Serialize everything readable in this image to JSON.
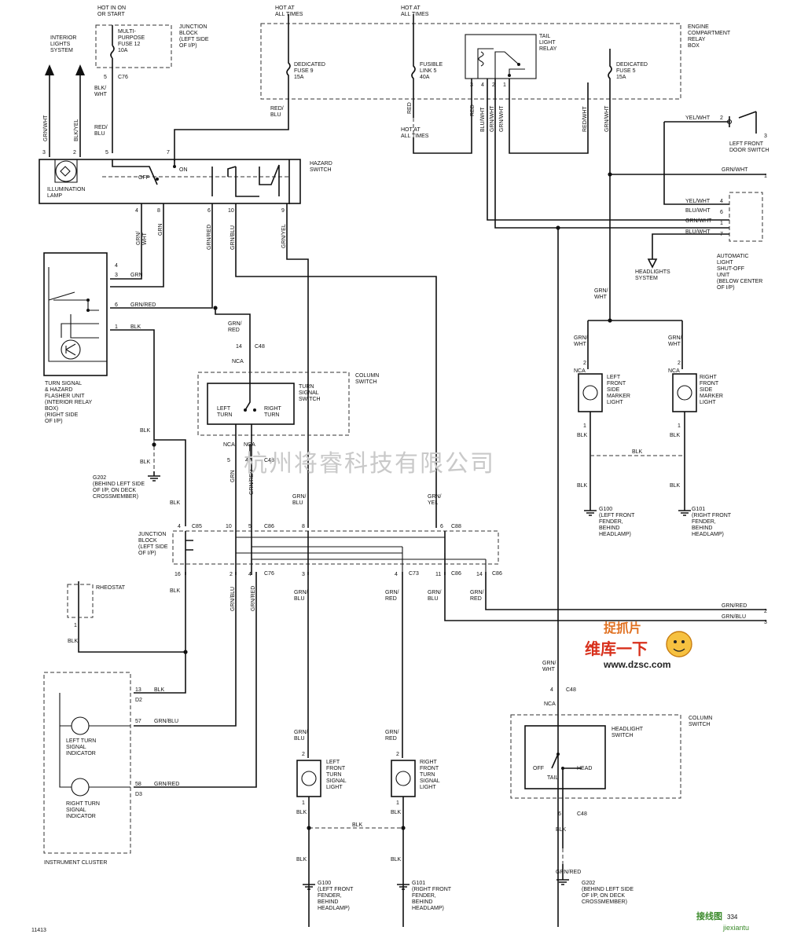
{
  "comps": {
    "hot_run": "HOT IN ON\nOR START",
    "mp_fuse": "MULTI-\nPURPOSE\nFUSE 12\n10A",
    "jb_top": "JUNCTION\nBLOCK\n(LEFT SIDE\nOF I/P)",
    "hot_always_1": "HOT AT\nALL TIMES",
    "hot_always_2": "HOT AT\nALL TIMES",
    "hot_always_3": "HOT AT\nALL TIMES",
    "ded_fuse9": "DEDICATED\nFUSE 9\n15A",
    "fusible_link": "FUSIBLE\nLINK 5\n40A",
    "tail_relay": "TAIL\nLIGHT\nRELAY",
    "ded_fuse5": "DEDICATED\nFUSE 5\n15A",
    "ecrb": "ENGINE\nCOMPARTMENT\nRELAY\nBOX",
    "interior": "INTERIOR\nLIGHTS\nSYSTEM",
    "illum": "ILLUMINATION\nLAMP",
    "hazard": "HAZARD\nSWITCH",
    "off": "OFF",
    "on": "ON",
    "door_sw": "LEFT FRONT\nDOOR SWITCH",
    "auto_unit": "AUTOMATIC\nLIGHT\nSHUT-OFF\nUNIT\n(BELOW CENTER\nOF I/P)",
    "headlights_sys": "HEADLIGHTS\nSYSTEM",
    "flasher": "TURN SIGNAL\n& HAZARD\nFLASHER UNIT\n(INTERIOR RELAY\nBOX)\n(RIGHT SIDE\nOF I/P)",
    "column_sw": "COLUMN\nSWITCH",
    "turn_sw": "TURN\nSIGNAL\nSWITCH",
    "left_turn": "LEFT\nTURN",
    "right_turn": "RIGHT\nTURN",
    "lf_marker": "LEFT\nFRONT\nSIDE\nMARKER\nLIGHT",
    "rf_marker": "RIGHT\nFRONT\nSIDE\nMARKER\nLIGHT",
    "g202_a": "G202\n(BEHIND LEFT SIDE\nOF I/P, ON DECK\nCROSSMEMBER)",
    "g100_a": "G100\n(LEFT FRONT\nFENDER,\nBEHIND\nHEADLAMP)",
    "g101_a": "G101\n(RIGHT FRONT\nFENDER,\nBEHIND\nHEADLAMP)",
    "jb_mid": "JUNCTION\nBLOCK\n(LEFT SIDE\nOF I/P)",
    "rheostat": "RHEOSTAT",
    "lt_ind": "LEFT TURN\nSIGNAL\nINDICATOR",
    "rt_ind": "RIGHT TURN\nSIGNAL\nINDICATOR",
    "cluster": "INSTRUMENT CLUSTER",
    "lf_turn": "LEFT\nFRONT\nTURN\nSIGNAL\nLIGHT",
    "rf_turn": "RIGHT\nFRONT\nTURN\nSIGNAL\nLIGHT",
    "g100_b": "G100\n(LEFT FRONT\nFENDER,\nBEHIND\nHEADLAMP)",
    "g101_b": "G101\n(RIGHT FRONT\nFENDER,\nBEHIND\nHEADLAMP)",
    "headlight_sw": "HEADLIGHT\nSWITCH",
    "column_sw2": "COLUMN\nSWITCH",
    "off2": "OFF",
    "tail": "TAIL",
    "head": "HEAD",
    "g202_b": "G202\n(BEHIND LEFT SIDE\nOF I/P, ON DECK\nCROSSMEMBER)",
    "fig_no": "11413"
  },
  "wires": {
    "blk_wht": "BLK/\nWHT",
    "red_blu": "RED/\nBLU",
    "red": "RED",
    "blu_wht": "BLU/WHT",
    "grn_wht": "GRN/WHT",
    "red_wht": "RED/WHT",
    "grn_wht_v": "GRN/WHT",
    "grn_wht_l": "GRN/WHT",
    "blk_yel": "BLK/YEL",
    "yel_wht": "YEL/WHT",
    "yel_wht2": "YEL/WHT",
    "blu_wht2": "BLU/WHT",
    "grn_wht2": "GRN/WHT",
    "blu_wht3": "BLU/WHT",
    "grn_wht_h": "GRN/WHT",
    "grn_wht_s": "GRN/\nWHT",
    "grn_wht_a": "GRN/\nWHT",
    "grn_wht_b": "GRN/\nWHT",
    "grn_wht_c": "GRN/\nWHT",
    "grn_wht_d": "GRN/\nWHT",
    "grn_wht_5": "GRN/WHT",
    "grn": "GRN",
    "grn_red": "GRN/RED",
    "grn_blu": "GRN/BLU",
    "grn_yel": "GRN/YEL",
    "grn_h3": "GRN",
    "grn_red_h": "GRN/RED",
    "blk": "BLK",
    "grn_red_2": "GRN/\nRED",
    "nca": "NCA",
    "grn_v": "GRN",
    "grn_red_v": "GRN/RED",
    "grn_blu_v": "GRN/\nBLU",
    "grn_yel_v": "GRN/\nYEL",
    "blk_v1": "BLK",
    "blk_v2": "BLK",
    "blk_v3": "BLK",
    "grn_blu_3": "GRN/\nBLU",
    "grn_red_4": "GRN/\nRED",
    "grn_blu_11": "GRN/\nBLU",
    "grn_red_14": "GRN/\nRED",
    "grn_red_out": "GRN/RED",
    "grn_blu_out": "GRN/BLU",
    "blk_r": "BLK",
    "blk_13": "BLK",
    "grn_blu_57": "GRN/BLU",
    "grn_red_58": "GRN/RED",
    "grn_blu_lf": "GRN/\nBLU",
    "grn_red_rf": "GRN/\nRED",
    "blk_lf": "BLK",
    "blk_rf": "BLK",
    "blk_h": "BLK",
    "blk_lf2": "BLK",
    "blk_rf2": "BLK",
    "blk_hl": "BLK",
    "blk_hl2": "BLK",
    "nca_hl": "NCA",
    "grn_wht_hl": "GRN/\nWHT",
    "blk_m1": "BLK",
    "blk_m2": "BLK",
    "blk_mh": "BLK",
    "blk_m3": "BLK",
    "blk_m4": "BLK",
    "nca_m1": "NCA",
    "nca_m2": "NCA",
    "nca_m3": "NCA",
    "nca_m4": "NCA"
  },
  "pins": {
    "c76a": "C76",
    "c48a": "C48",
    "c48b": "C48",
    "c85": "C85",
    "c86a": "C86",
    "c88": "C88",
    "c76b": "C76",
    "c73": "C73",
    "c86b": "C86",
    "c86c": "C86",
    "c48c": "C48",
    "c48d": "C48",
    "d2": "D2",
    "d3": "D3",
    "p5a": "5",
    "p5b": "5",
    "p7": "7",
    "p3": "3",
    "p2": "2",
    "p4": "4",
    "p8": "8",
    "p6": "6",
    "p10": "10",
    "p9": "9",
    "fl4": "4",
    "fl3": "3",
    "fl6": "6",
    "fl1": "1",
    "p14": "14",
    "cs5": "5",
    "cs4": "4",
    "j4": "4",
    "j10": "10",
    "j5": "5",
    "j8": "8",
    "j6": "6",
    "j16": "16",
    "j2": "2",
    "j4b": "4",
    "j3": "3",
    "j4c": "4",
    "j11": "11",
    "j14": "14",
    "r1": "1",
    "ic13": "13",
    "ic57": "57",
    "ic58": "58",
    "lf2": "2",
    "lf1": "1",
    "rf2": "2",
    "rf1": "1",
    "m2a": "2",
    "m1a": "1",
    "m2b": "2",
    "m1b": "1",
    "hl4": "4",
    "hl6": "6",
    "tr3": "3",
    "tr4": "4",
    "tr2": "2",
    "tr1": "1",
    "ds2": "2",
    "ds3": "3",
    "a4": "4",
    "a6": "6",
    "a1": "1",
    "a7": "7",
    "out1": "1",
    "out2": "2",
    "out3": "3"
  },
  "watermark": {
    "text": "杭州将睿科技有限公司",
    "logo_a": "捉抓片",
    "logo_b": "维库一下",
    "logo_url": "www.dzsc.com",
    "footer_logo": "接线图",
    "footer_url": "jiexiantu",
    "footer_small": "334"
  }
}
